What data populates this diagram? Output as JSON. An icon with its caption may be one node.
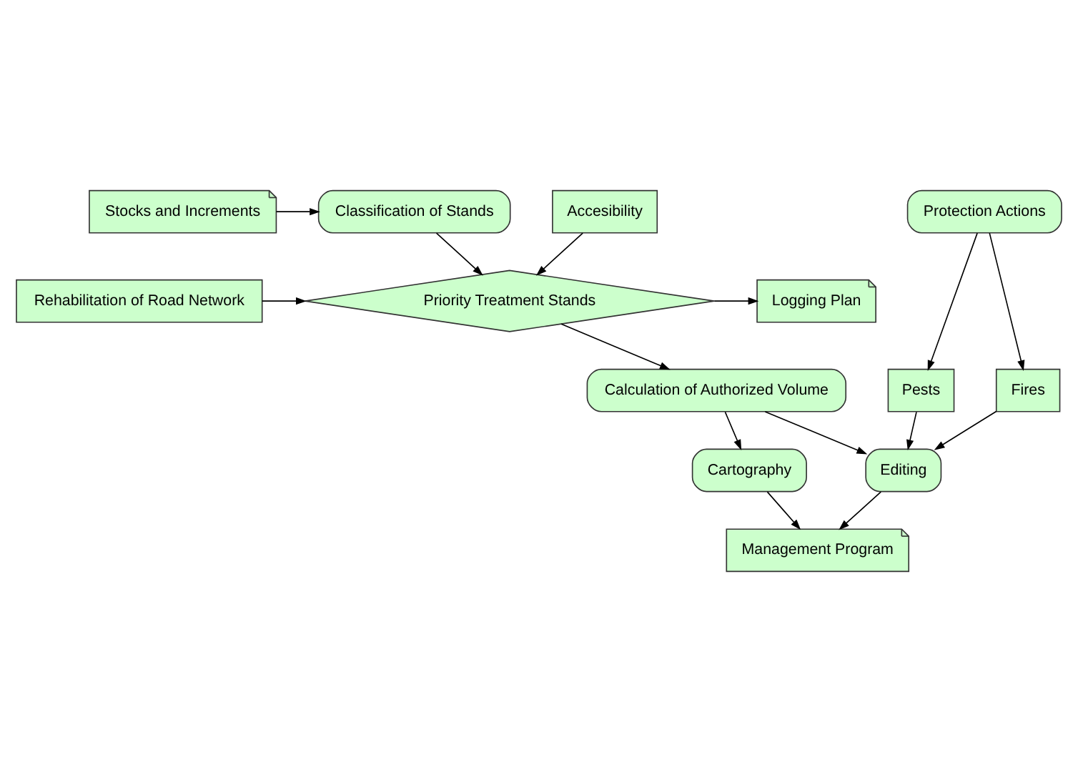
{
  "diagram": {
    "nodes": [
      {
        "text": [
          "Stocks and Increments"
        ]
      },
      {
        "text": [
          "Classification of Stands"
        ]
      },
      {
        "text": [
          "Rehabilitation of Road Network"
        ]
      },
      {
        "text": [
          "Priority Treatment Stands"
        ]
      },
      {
        "text": [
          "Logging Plan"
        ]
      },
      {
        "text": [
          "Accesibility"
        ]
      },
      {
        "text": [
          "Protection Actions"
        ]
      },
      {
        "text": [
          "Calculation of Authorized Volume"
        ]
      },
      {
        "text": [
          "Fires"
        ]
      },
      {
        "text": [
          "Pests"
        ]
      },
      {
        "text": [
          "Cartography"
        ]
      },
      {
        "text": [
          "Editing"
        ]
      },
      {
        "text": [
          "Management Program"
        ]
      }
    ],
    "edges": [
      {
        "from": 0,
        "to": 1,
        "arrow": "to"
      },
      {
        "from": 1,
        "to": 3,
        "arrow": "to"
      },
      {
        "from": 2,
        "to": 3,
        "arrow": "to"
      },
      {
        "from": 5,
        "to": 3,
        "arrow": "to"
      },
      {
        "from": 3,
        "to": 4,
        "arrow": "to"
      },
      {
        "from": 3,
        "to": 7,
        "arrow": "to"
      },
      {
        "from": 6,
        "to": 8,
        "arrow": "to"
      },
      {
        "from": 6,
        "to": 9,
        "arrow": "to"
      },
      {
        "from": 7,
        "to": 10,
        "arrow": "to"
      },
      {
        "from": 7,
        "to": 11,
        "arrow": "to"
      },
      {
        "from": 8,
        "to": 11,
        "arrow": "to"
      },
      {
        "from": 9,
        "to": 11,
        "arrow": "to"
      },
      {
        "from": 10,
        "to": 12,
        "arrow": "to"
      },
      {
        "from": 11,
        "to": 12,
        "arrow": "to"
      }
    ]
  }
}
